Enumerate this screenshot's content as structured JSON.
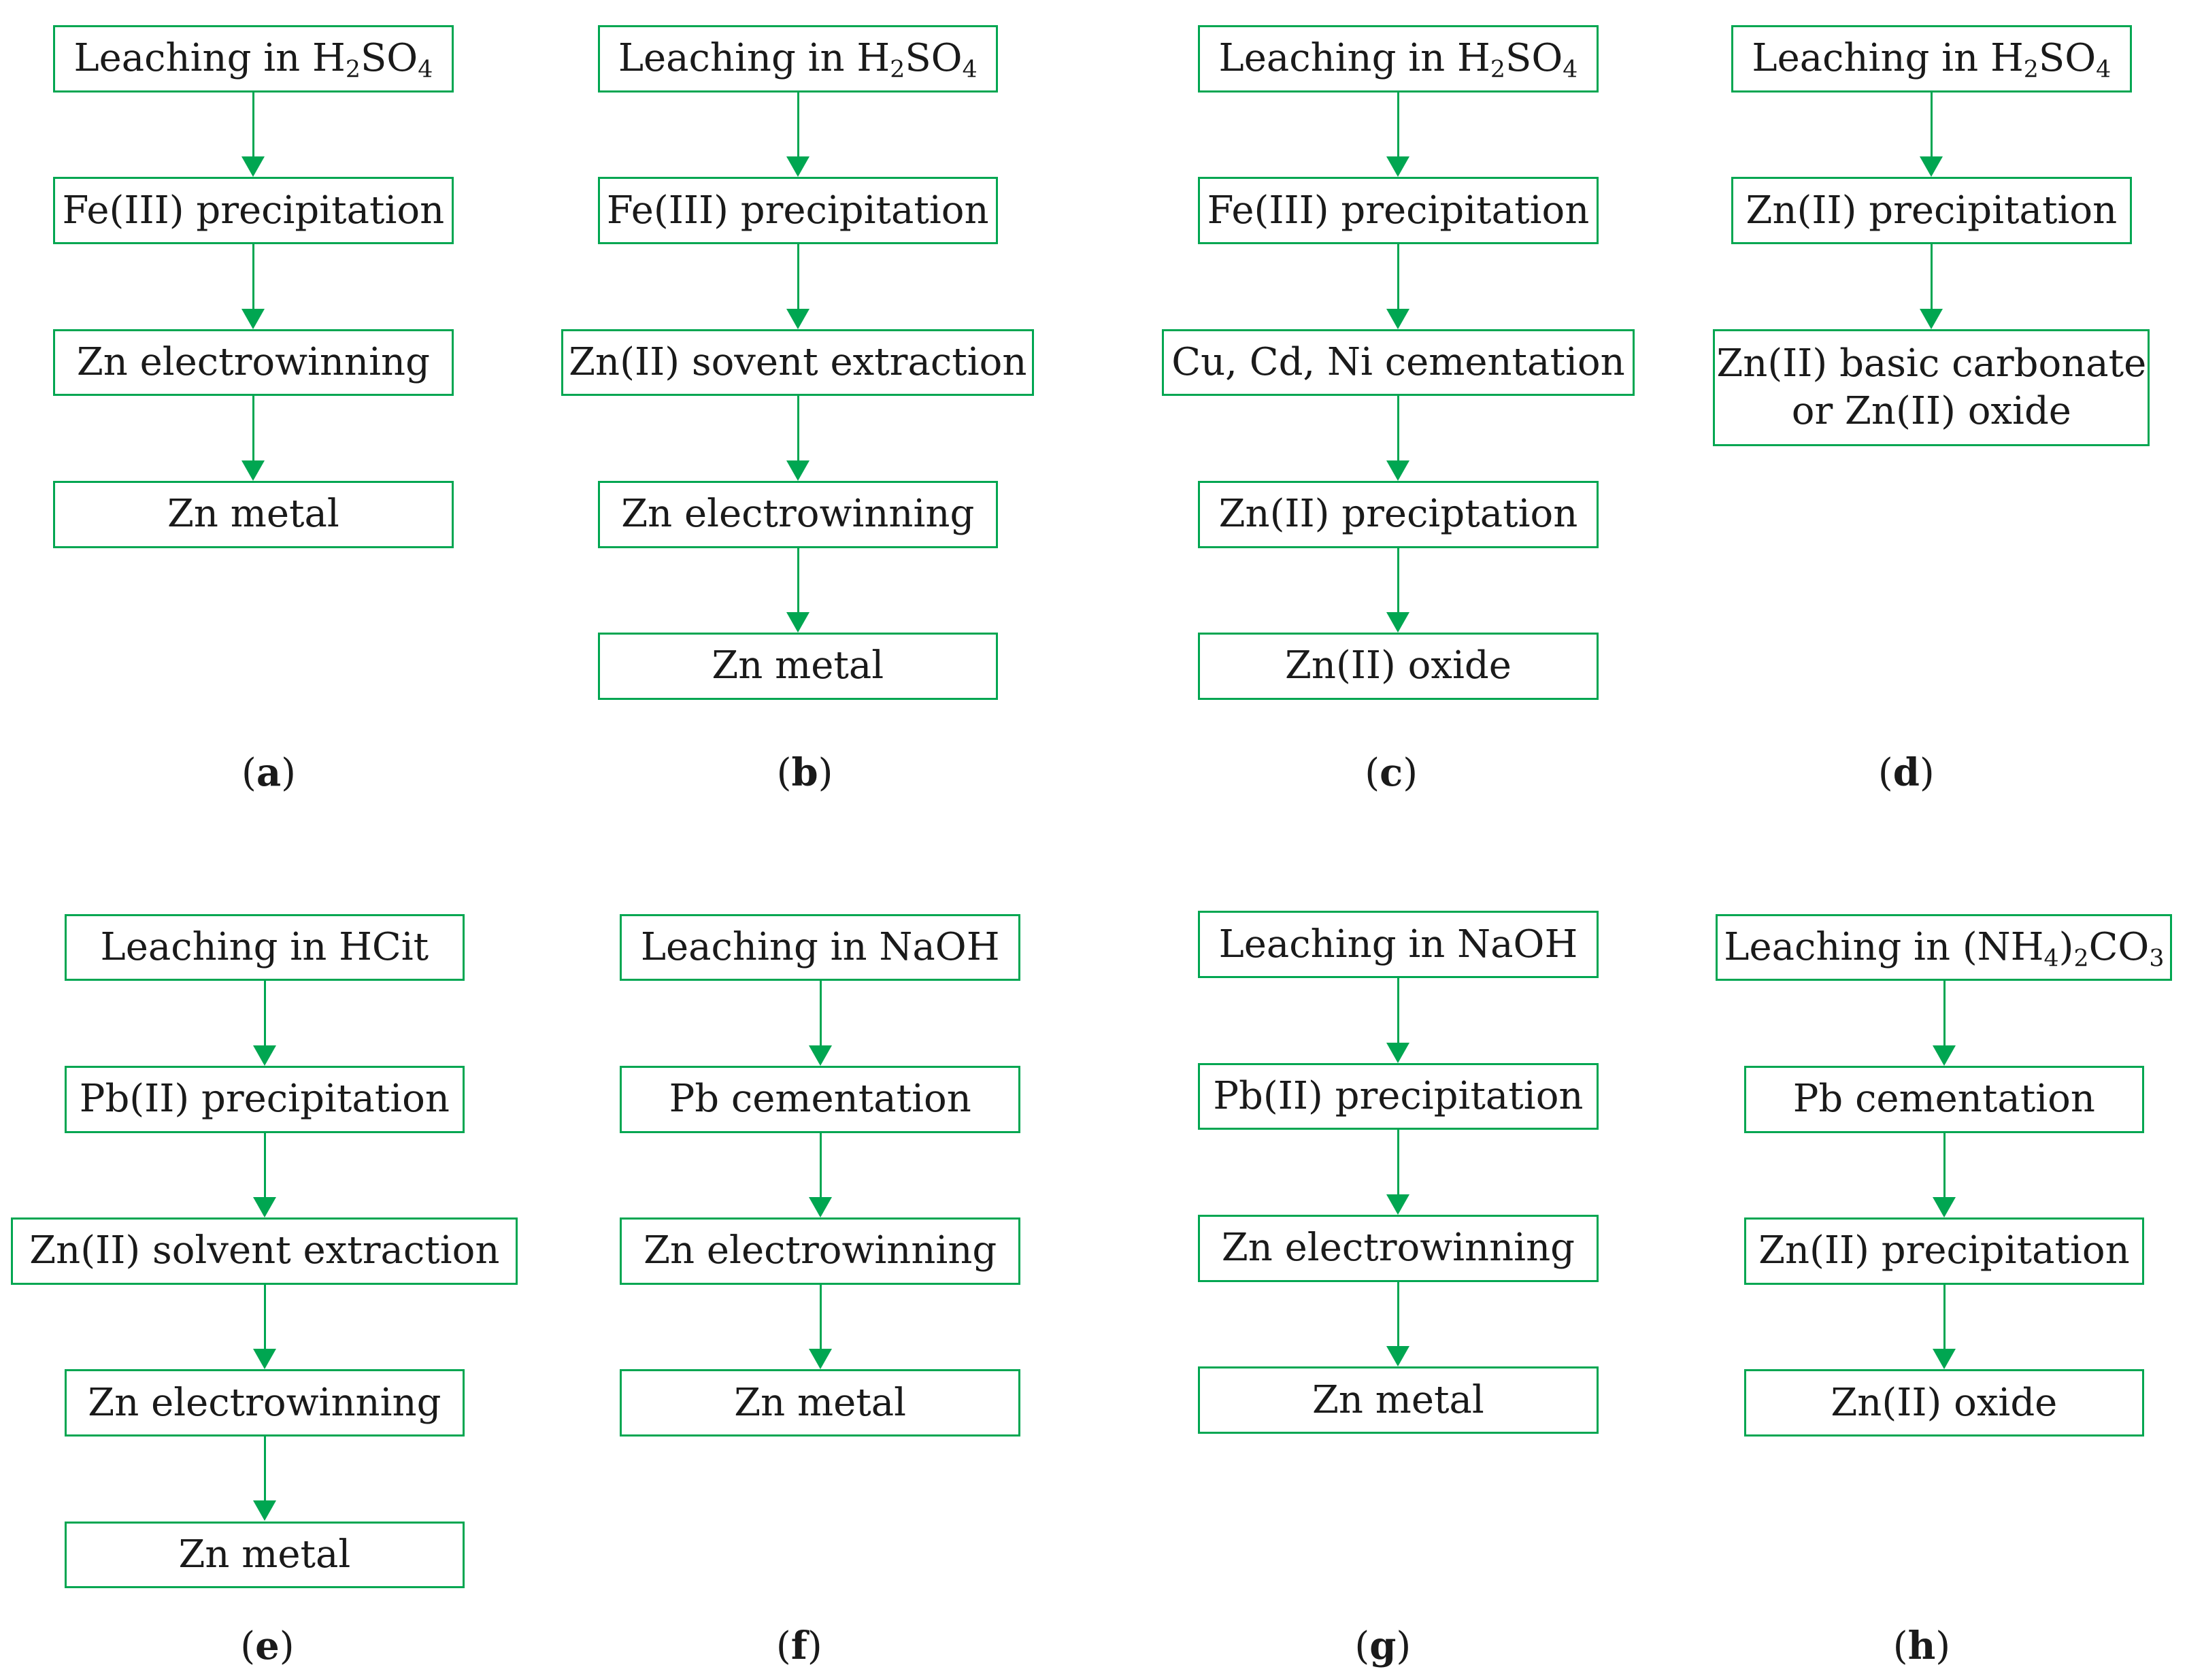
{
  "diagrams": [
    {
      "id": "a",
      "label": "a",
      "steps": [
        [
          [
            "Leaching in H"
          ],
          [
            "2",
            "sub"
          ],
          [
            "SO"
          ],
          [
            "4",
            "sub"
          ]
        ],
        [
          [
            "Fe(III) precipitation"
          ]
        ],
        [
          [
            "Zn electrowinning"
          ]
        ],
        [
          [
            "Zn metal"
          ]
        ]
      ]
    },
    {
      "id": "b",
      "label": "b",
      "steps": [
        [
          [
            "Leaching in H"
          ],
          [
            "2",
            "sub"
          ],
          [
            "SO"
          ],
          [
            "4",
            "sub"
          ]
        ],
        [
          [
            "Fe(III) precipitation"
          ]
        ],
        [
          [
            "Zn(II) sovent extraction"
          ]
        ],
        [
          [
            "Zn electrowinning"
          ]
        ],
        [
          [
            "Zn metal"
          ]
        ]
      ]
    },
    {
      "id": "c",
      "label": "c",
      "steps": [
        [
          [
            "Leaching in H"
          ],
          [
            "2",
            "sub"
          ],
          [
            "SO"
          ],
          [
            "4",
            "sub"
          ]
        ],
        [
          [
            "Fe(III) precipitation"
          ]
        ],
        [
          [
            "Cu, Cd, Ni cementation"
          ]
        ],
        [
          [
            "Zn(II) preciptation"
          ]
        ],
        [
          [
            "Zn(II) oxide"
          ]
        ]
      ]
    },
    {
      "id": "d",
      "label": "d",
      "steps": [
        [
          [
            "Leaching in H"
          ],
          [
            "2",
            "sub"
          ],
          [
            "SO"
          ],
          [
            "4",
            "sub"
          ]
        ],
        [
          [
            "Zn(II) precipitation"
          ]
        ],
        [
          [
            "Zn(II) basic carbonate"
          ],
          [
            "\n"
          ],
          [
            "or Zn(II) oxide"
          ]
        ]
      ]
    },
    {
      "id": "e",
      "label": "e",
      "steps": [
        [
          [
            "Leaching in HCit"
          ]
        ],
        [
          [
            "Pb(II) precipitation"
          ]
        ],
        [
          [
            "Zn(II) solvent extraction"
          ]
        ],
        [
          [
            "Zn electrowinning"
          ]
        ],
        [
          [
            "Zn metal"
          ]
        ]
      ]
    },
    {
      "id": "f",
      "label": "f",
      "steps": [
        [
          [
            "Leaching in NaOH"
          ]
        ],
        [
          [
            "Pb cementation"
          ]
        ],
        [
          [
            "Zn electrowinning"
          ]
        ],
        [
          [
            "Zn metal"
          ]
        ]
      ]
    },
    {
      "id": "g",
      "label": "g",
      "steps": [
        [
          [
            "Leaching in NaOH"
          ]
        ],
        [
          [
            "Pb(II) precipitation"
          ]
        ],
        [
          [
            "Zn electrowinning"
          ]
        ],
        [
          [
            "Zn metal"
          ]
        ]
      ]
    },
    {
      "id": "h",
      "label": "h",
      "steps": [
        [
          [
            "Leaching in (NH"
          ],
          [
            "4",
            "sub"
          ],
          [
            ")"
          ],
          [
            "2",
            "sub"
          ],
          [
            "CO"
          ],
          [
            "3",
            "sub"
          ]
        ],
        [
          [
            "Pb cementation"
          ]
        ],
        [
          [
            "Zn(II) precipitation"
          ]
        ],
        [
          [
            "Zn(II) oxide"
          ]
        ]
      ]
    }
  ],
  "colors": {
    "border": "#00a651",
    "arrow": "#00a651",
    "text": "#1a1a1a"
  }
}
